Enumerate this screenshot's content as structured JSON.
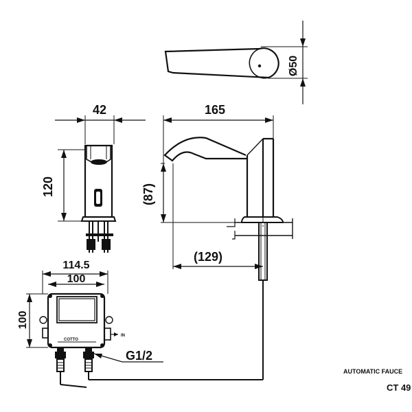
{
  "dimensions": {
    "top_diameter": "Ø50",
    "side_width": "42",
    "front_width": "165",
    "side_height": "120",
    "front_height": "(87)",
    "front_reach": "(129)",
    "box_width_outer": "114.5",
    "box_width_inner": "100",
    "box_height": "100",
    "thread": "G1/2"
  },
  "box_labels": {
    "brand": "COTTO",
    "inlet_mark": "IN"
  },
  "caption": {
    "title": "AUTOMATIC FAUCE",
    "model": "CT 49"
  }
}
